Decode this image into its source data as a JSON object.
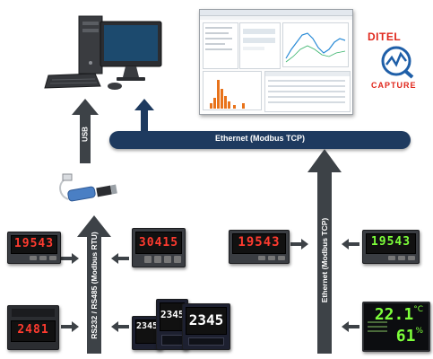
{
  "labels": {
    "usb": "USB",
    "ethernet_bus": "Ethernet (Modbus TCP)",
    "rs_bus": "RS232 / RS485 (Modbus RTU)",
    "ethernet_vertical": "Ethernet (Modbus TCP)"
  },
  "logo": {
    "brand": "DITEL",
    "product": "CAPTURE"
  },
  "displays": {
    "meter_left_top": "19543",
    "meter_center_top": "30415",
    "meter_left_bottom": "2481",
    "controller_small": "2345",
    "controller_mid": "2345",
    "controller_large": "2345",
    "meter_eth_left": "19543",
    "meter_eth_right": "19543",
    "large_display_top": "22.1",
    "large_display_top_unit": "°C",
    "large_display_bottom": "61",
    "large_display_bottom_unit": "%"
  },
  "colors": {
    "arrow": "#3d4247",
    "bus": "#1e3a5f",
    "usb_arrow": "#1e3a5f",
    "led_red": "#ff3b2f",
    "led_green": "#7dff3a",
    "brand_red": "#e0261b",
    "brand_blue": "#1f5fa8"
  }
}
